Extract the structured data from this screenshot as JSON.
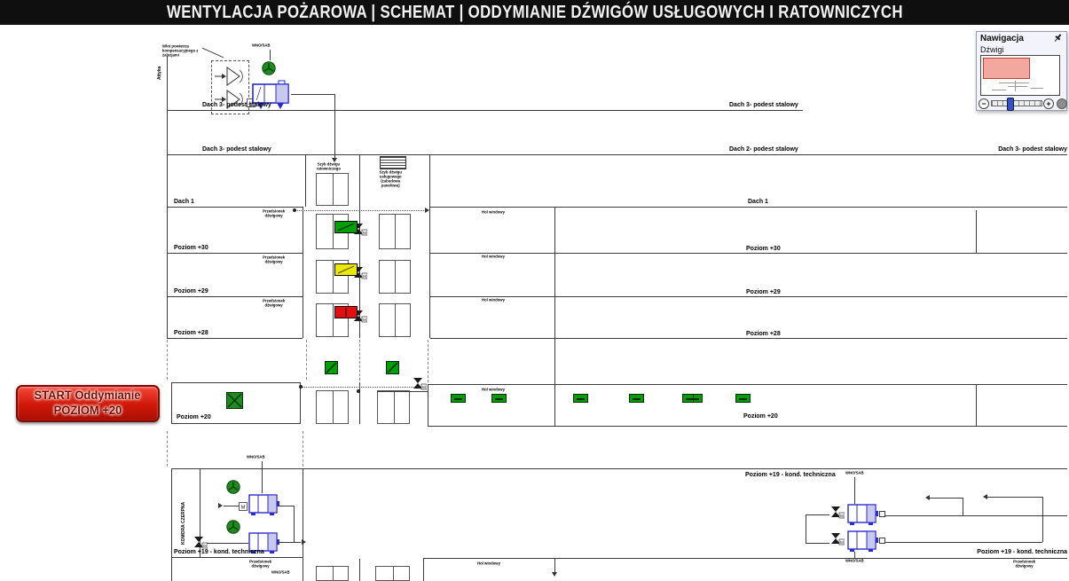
{
  "title_bar": {
    "title": "WENTYLACJA POŻAROWA | SCHEMAT | ODDYMIANIE DŹWIGÓW USŁUGOWYCH I RATOWNICZYCH"
  },
  "navigation_panel": {
    "title": "Nawigacja",
    "view_name": "Dźwigi",
    "zoom_out_label": "−",
    "zoom_in_label": "+"
  },
  "start_button": {
    "line1": "START Oddymianie",
    "line2": "POZIOM +20"
  },
  "schematic": {
    "labels": {
      "dach3": "Dach 3- podest stalowy",
      "dach2": "Dach 2- podest stalowy",
      "dach1": "Dach 1",
      "p30": "Poziom +30",
      "p29": "Poziom +29",
      "p28": "Poziom +28",
      "p20": "Poziom +20",
      "p19": "Poziom +19 - kond. techniczna",
      "hol": "Hol windowy",
      "przedsionek": "Przedsionek dźwigowy",
      "komora": "KOMORA CZERPNA",
      "attyka": "Attyka",
      "wlot": "Wlot powietrza kompensacyjnego z żaluzjami",
      "szyb_rat": "Szyb dźwigu ratowniczego",
      "szyb_usl": "Szyb dźwigu usługowego (zabudowa panelowa)",
      "fan_tag": "WNO/SAB",
      "m": "M"
    },
    "colors": {
      "status_running": "#1f8b1f",
      "damper_open": "#00a000",
      "damper_partial": "#ede800",
      "damper_closed": "#e01010",
      "fan_outline": "#2a2ad0",
      "start_button": "#cf1708",
      "nav_viewport": "#f2a79f"
    }
  }
}
